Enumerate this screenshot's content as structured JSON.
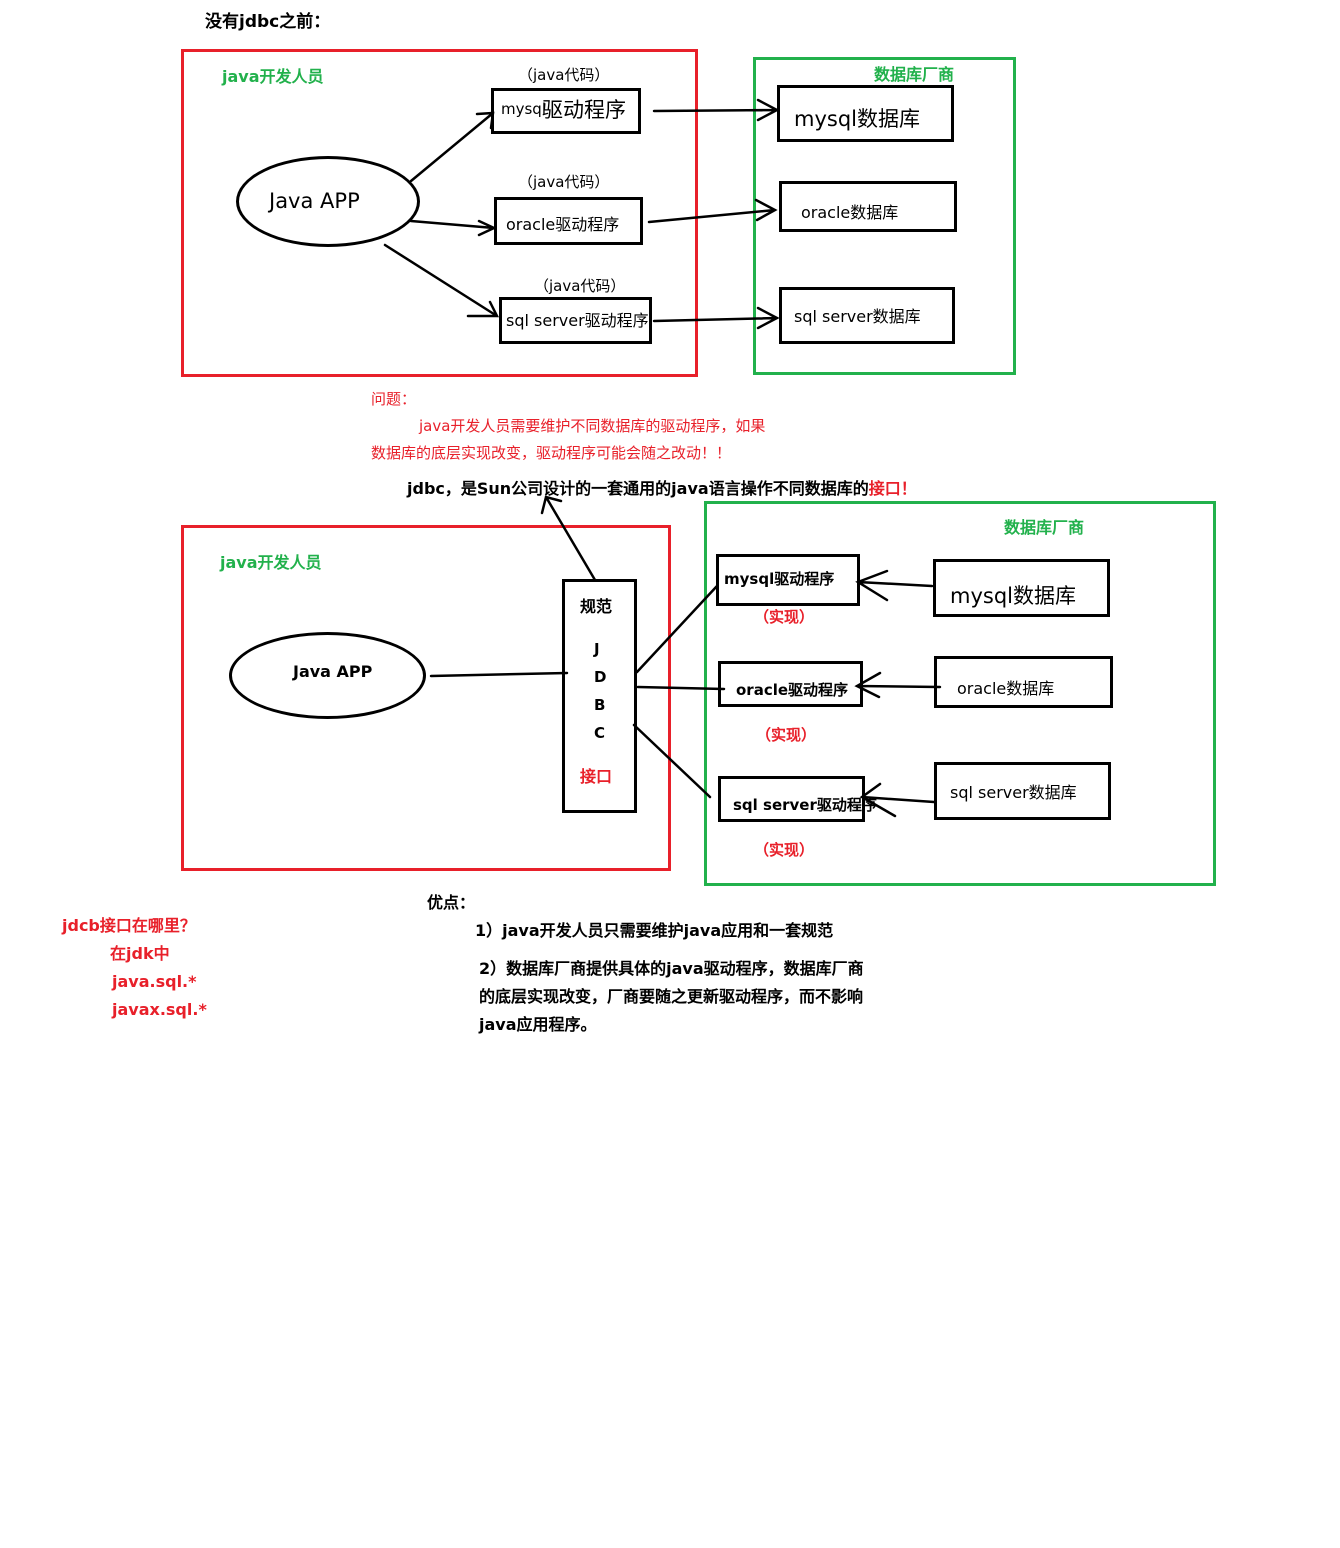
{
  "top": {
    "heading": "没有jdbc之前：",
    "dev_label": "java开发人员",
    "vendor_label": "数据库厂商",
    "java_app": "Java APP",
    "java_code_note": "（java代码）",
    "drivers": {
      "mysql_prefix": "mysql",
      "mysql_suffix": "驱动程序",
      "oracle": "oracle驱动程序",
      "sqlserver": "sql server驱动程序"
    },
    "databases": {
      "mysql": "mysql数据库",
      "oracle": "oracle数据库",
      "sqlserver": "sql server数据库"
    }
  },
  "problem": {
    "title": "问题：",
    "line1": "java开发人员需要维护不同数据库的驱动程序，如果",
    "line2": "数据库的底层实现改变，驱动程序可能会随之改动！！"
  },
  "jdbc_def": {
    "text": "jdbc，是Sun公司设计的一套通用的java语言操作不同数据库的",
    "highlight": "接口！"
  },
  "bottom": {
    "dev_label": "java开发人员",
    "vendor_label": "数据库厂商",
    "java_app": "Java APP",
    "spec": {
      "title": "规范",
      "letters": [
        "J",
        "D",
        "B",
        "C"
      ],
      "interface": "接口"
    },
    "drivers": {
      "mysql": "mysql驱动程序",
      "oracle": "oracle驱动程序",
      "sqlserver": "sql server驱动程序"
    },
    "impl_note": "（实现）",
    "databases": {
      "mysql": "mysql数据库",
      "oracle": "oracle数据库",
      "sqlserver": "sql server数据库"
    }
  },
  "where": {
    "question": "jdcb接口在哪里？",
    "answer": "在jdk中",
    "pkg1": "java.sql.*",
    "pkg2": "javax.sql.*"
  },
  "advantages": {
    "title": "优点：",
    "point1": "1）java开发人员只需要维护java应用和一套规范",
    "point2_line1": "2）数据库厂商提供具体的java驱动程序，数据库厂商",
    "point2_line2": "的底层实现改变，厂商要随之更新驱动程序，而不影响",
    "point2_line3": "java应用程序。"
  },
  "colors": {
    "red": "#e8202a",
    "green": "#22b14c",
    "black": "#000000"
  }
}
